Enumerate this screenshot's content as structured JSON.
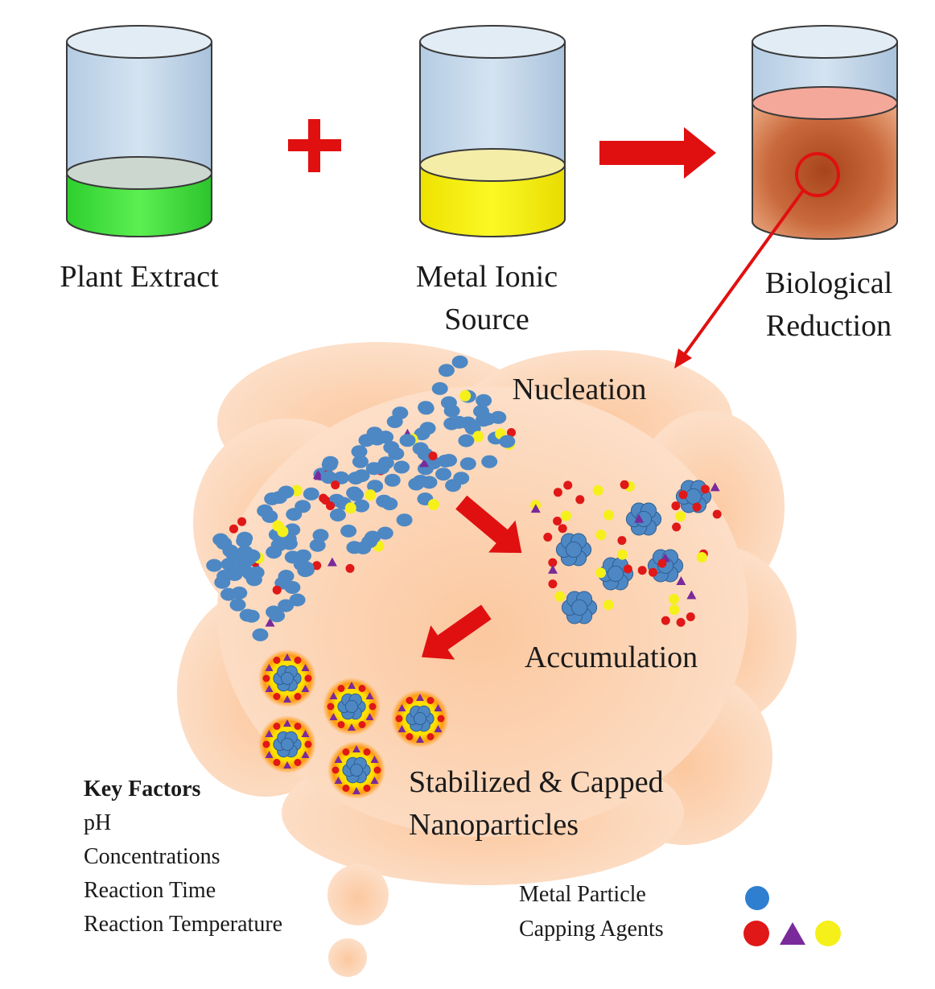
{
  "beakers": {
    "plant_extract": "Plant Extract",
    "metal_ionic_line1": "Metal Ionic",
    "metal_ionic_line2": "Source",
    "biological_line1": "Biological",
    "biological_line2": "Reduction"
  },
  "stages": {
    "nucleation": "Nucleation",
    "accumulation": "Accumulation",
    "stabilized_line1": "Stabilized & Capped",
    "stabilized_line2": "Nanoparticles"
  },
  "key_factors": {
    "title": "Key Factors",
    "items": [
      "pH",
      "Concentrations",
      "Reaction Time",
      "Reaction Temperature"
    ]
  },
  "legend": {
    "metal_particle": "Metal Particle",
    "capping_agents": "Capping Agents"
  },
  "colors": {
    "green_liquid": "#3ee03a",
    "yellow_liquid": "#f4f000",
    "brown_liquid": "#c8643a",
    "glass": "#cfe0ef",
    "arrow_red": "#e01010",
    "cloud": "#fcd9bf",
    "metal_blue": "#3a7fc0",
    "cap_red": "#e01818",
    "cap_purple": "#7a2a9a",
    "cap_yellow": "#f5f01a"
  }
}
